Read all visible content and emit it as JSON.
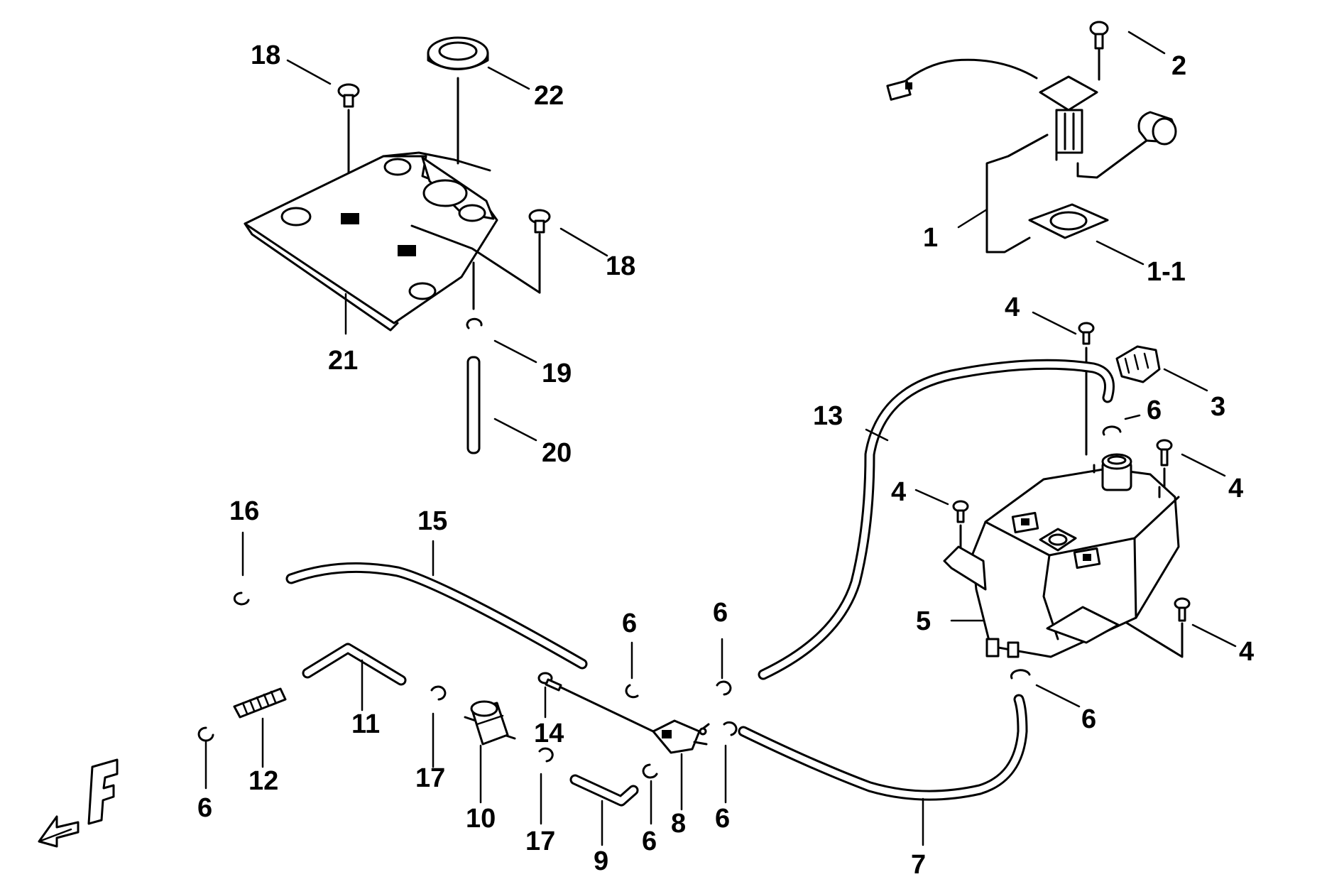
{
  "callouts": {
    "p1": "1",
    "p1_1": "1-1",
    "p2": "2",
    "p3": "3",
    "p4a": "4",
    "p4b": "4",
    "p4c": "4",
    "p4d": "4",
    "p5": "5",
    "p6a": "6",
    "p6b": "6",
    "p6c": "6",
    "p6d": "6",
    "p6e": "6",
    "p6f": "6",
    "p6g": "6",
    "p7": "7",
    "p8": "8",
    "p9": "9",
    "p10": "10",
    "p11": "11",
    "p12": "12",
    "p13": "13",
    "p14": "14",
    "p15": "15",
    "p16": "16",
    "p17a": "17",
    "p17b": "17",
    "p18a": "18",
    "p18b": "18",
    "p19": "19",
    "p20": "20",
    "p21": "21",
    "p22": "22"
  },
  "icons": {
    "front_arrow": "front-direction-arrow-icon",
    "front_letter": "F"
  }
}
